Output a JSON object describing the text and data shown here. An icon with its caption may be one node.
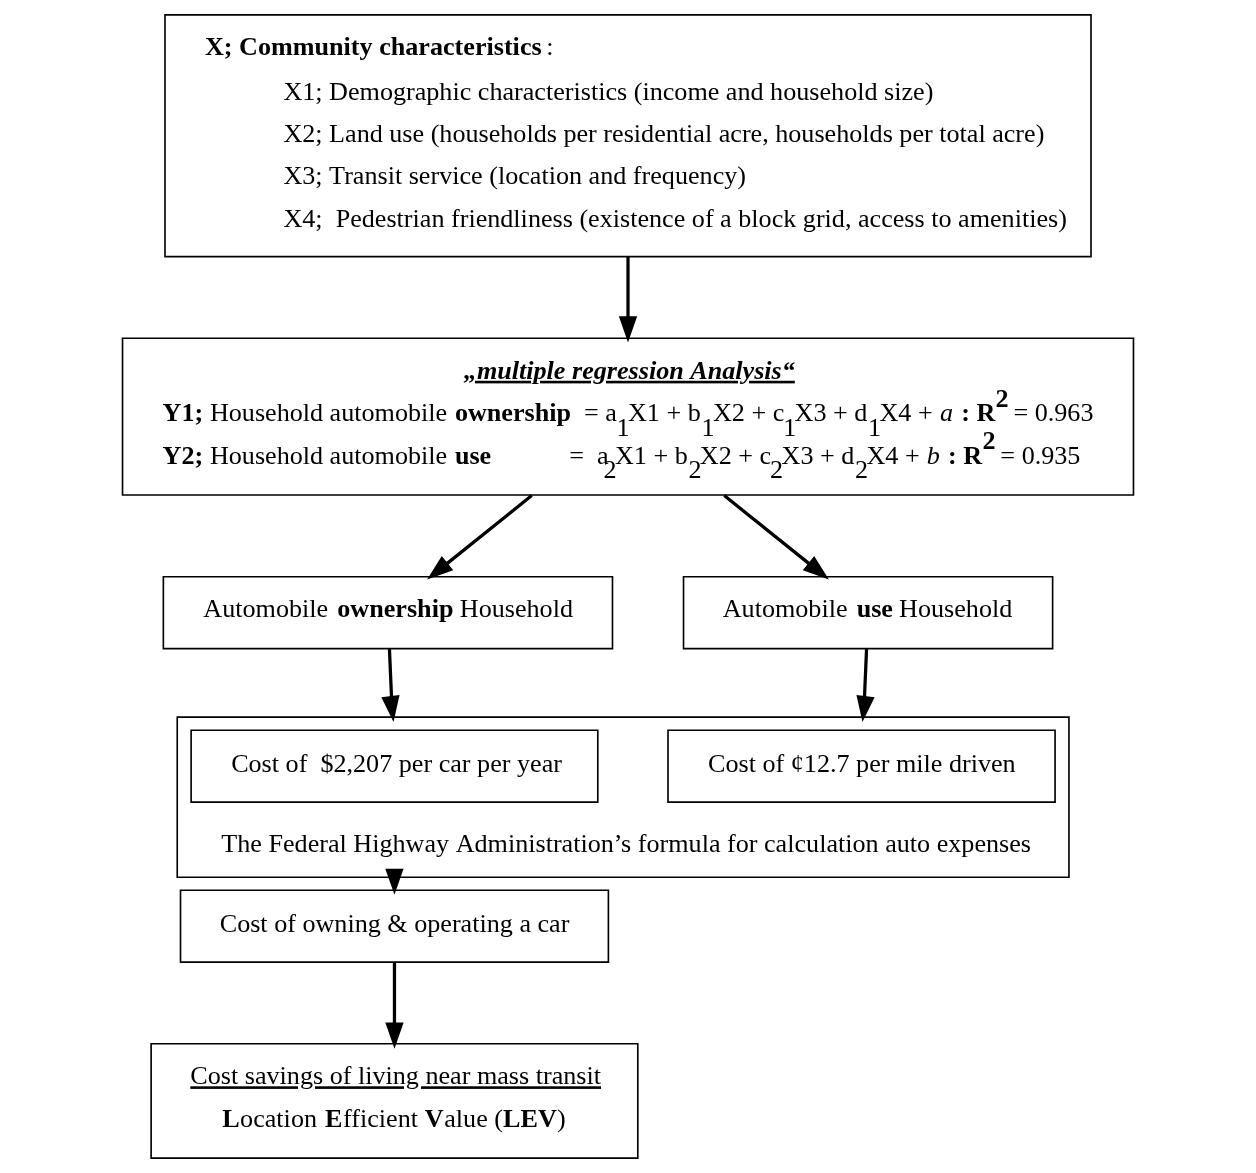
{
  "diagram": {
    "nodes": [
      {
        "text": [
          "**X; Community characteristics** :",
          "X1; Demographic characteristics (income and household size)",
          "X2; Land use (households per residential acre, households per total acre)",
          "X3; Transit service (location and frequency)",
          "X4;  Pedestrian friendliness (existence of a block grid, access to amenities)"
        ]
      },
      {
        "text": [
          "„multiple regression Analysis“",
          "**Y1;** Household automobile **ownership**  = a$_{1}$X1 + b$_{1}$X2 + c$_{1}$X3 + d$_{1}$X4 + *a* **: R$^{2}$** = 0.963",
          "**Y2;** Household automobile **use**            =  a$_{2}$X1 + b$_{2}$X2 + c$_{2}$X3 + d$_{2}$X4 + *b* **: R$^{2}$** = 0.935"
        ]
      },
      {
        "text": [
          "Automobile **ownership** Household"
        ]
      },
      {
        "text": [
          "Automobile **use** Household"
        ]
      },
      {
        "text": [
          "The Federal Highway Administration’s formula for calculation auto expenses"
        ]
      },
      {
        "text": [
          "Cost of  $2,207 per car per year"
        ],
        "in": 4
      },
      {
        "text": [
          "Cost of ¢12.7 per mile driven"
        ],
        "in": 4
      },
      {
        "text": [
          "Cost of owning & operating a car"
        ]
      },
      {
        "text": [
          "Cost savings of living near mass transit",
          "**L**ocation **E**fficient **V**alue (**LEV**)"
        ]
      }
    ],
    "edges": [
      {
        "from": 0,
        "to": 1,
        "arrow": "to"
      },
      {
        "from": 1,
        "to": 2,
        "arrow": "to"
      },
      {
        "from": 1,
        "to": 3,
        "arrow": "to"
      },
      {
        "from": 2,
        "to": 4,
        "arrow": "to"
      },
      {
        "from": 3,
        "to": 4,
        "arrow": "to"
      },
      {
        "from": 4,
        "to": 7,
        "arrow": "to"
      },
      {
        "from": 7,
        "to": 8,
        "arrow": "to"
      }
    ]
  }
}
